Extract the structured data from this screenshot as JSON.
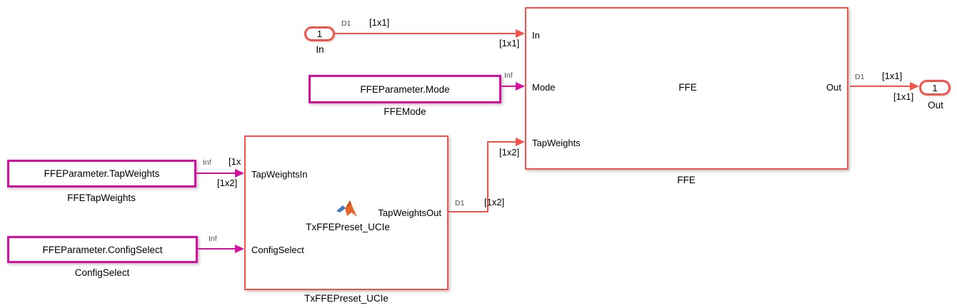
{
  "colors": {
    "block_red": "#F2544B",
    "block_magenta": "#D60F9E",
    "rate_label_gray": "#4D4D4D",
    "text": "#000000",
    "background": "#FFFFFF"
  },
  "blocks": {
    "inport": {
      "value": "1",
      "name": "In"
    },
    "outport": {
      "value": "1",
      "name": "Out"
    },
    "ffemode": {
      "value": "FFEParameter.Mode",
      "name": "FFEMode"
    },
    "ffetapweights": {
      "value": "FFEParameter.TapWeights",
      "name": "FFETapWeights"
    },
    "configselect": {
      "value": "FFEParameter.ConfigSelect",
      "name": "ConfigSelect"
    },
    "txffepreset": {
      "title": "TxFFEPreset_UCIe",
      "name": "TxFFEPreset_UCIe",
      "icon": "matlab-logo",
      "ports": {
        "tapweightsin": "TapWeightsIn",
        "configselect": "ConfigSelect",
        "tapweightsout": "TapWeightsOut"
      }
    },
    "ffe": {
      "title": "FFE",
      "name": "FFE",
      "ports": {
        "in": "In",
        "mode": "Mode",
        "tapweights": "TapWeights",
        "out": "Out"
      }
    }
  },
  "signals": {
    "in": {
      "rate": "D1",
      "dim": "[1x1]",
      "dim_at_port": "[1x1]"
    },
    "mode": {
      "rate": "Inf"
    },
    "tapweightsin": {
      "rate": "Inf",
      "dim_clipped": "[1x",
      "dim": "[1x2]"
    },
    "configselect": {
      "rate": "Inf"
    },
    "tapweightsout": {
      "rate": "D1",
      "dim": "[1x2]",
      "dim_at_port": "[1x2]"
    },
    "out": {
      "rate": "D1",
      "dim": "[1x1]",
      "dim_at_port": "[1x1]"
    }
  }
}
